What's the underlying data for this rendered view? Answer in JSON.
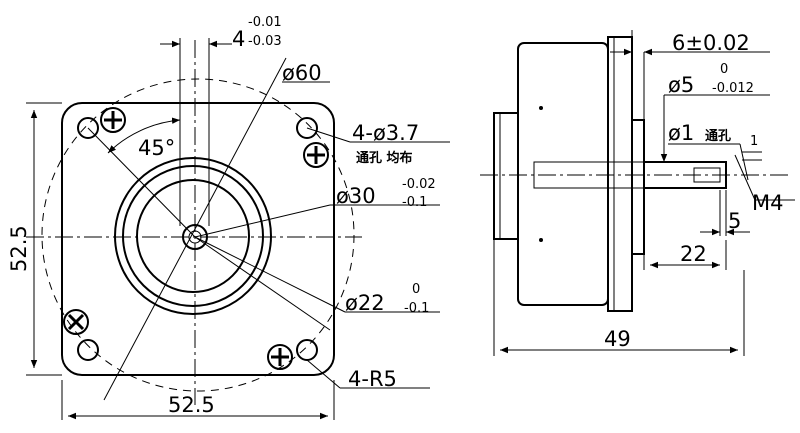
{
  "front_view": {
    "slot_width": "4",
    "slot_tol_upper": "-0.01",
    "slot_tol_lower": "-0.03",
    "circle_dia": "ø60",
    "angle": "45°",
    "holes": "4-ø3.7",
    "holes_note": "通孔 均布",
    "pilot_dia": "ø30",
    "pilot_tol_upper": "-0.02",
    "pilot_tol_lower": "-0.1",
    "hub_dia": "ø22",
    "hub_tol_upper": "0",
    "hub_tol_lower": "-0.1",
    "corner_radius": "4-R5",
    "height": "52.5",
    "width": "52.5"
  },
  "side_view": {
    "flange_thickness": "6±0.02",
    "shaft_dia": "ø5",
    "shaft_tol_upper": "0",
    "shaft_tol_lower": "-0.012",
    "cross_hole": "ø1",
    "cross_hole_note": "通孔",
    "cross_hole_offset": "1",
    "thread": "M4",
    "thread_length": "5",
    "shaft_length": "22",
    "overall_length": "49"
  }
}
